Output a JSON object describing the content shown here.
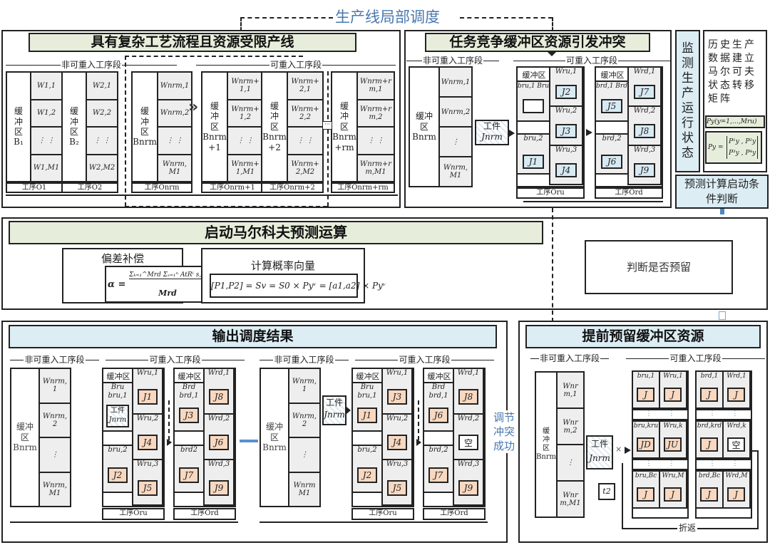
{
  "top_label": "生产线局部调度",
  "panel1": {
    "title": "具有复杂工艺流程且资源受限产线",
    "seg_nonreentrant": "非可重入工序段",
    "seg_reentrant": "可重入工序段",
    "machines": [
      {
        "buffer": [
          "缓",
          "冲",
          "区",
          "B₁"
        ],
        "workstations": [
          "W1,1",
          "W1,2",
          "⋮ ⋮",
          "W1,M1"
        ],
        "op": "工序O1"
      },
      {
        "buffer": [
          "缓",
          "冲",
          "区",
          "B₂"
        ],
        "workstations": [
          "W2,1",
          "W2,2",
          "⋮ ⋮",
          "W2,M2"
        ],
        "op": "工序O2"
      },
      {
        "buffer": [
          "缓",
          "冲",
          "区",
          "Bnrm"
        ],
        "workstations": [
          "Wnrm,1",
          "Wnrm,2",
          "⋮ ⋮",
          "Wnrm,M1"
        ],
        "op": "工序Onrm"
      },
      {
        "buffer": [
          "缓",
          "冲",
          "区",
          "Bnrm",
          "+1"
        ],
        "workstations": [
          "Wnrm+1,1",
          "Wnrm+1,2",
          "⋮ ⋮",
          "Wnrm+1,M1"
        ],
        "op": "工序Onrm+1"
      },
      {
        "buffer": [
          "缓",
          "冲",
          "区",
          "Bnrm",
          "+2"
        ],
        "workstations": [
          "Wnrm+2,1",
          "Wnrm+2,2",
          "⋮ ⋮",
          "Wnrm+2,M2"
        ],
        "op": "工序Onrm+2"
      },
      {
        "buffer": [
          "缓",
          "冲",
          "区",
          "Bnrm",
          "+rm"
        ],
        "workstations": [
          "Wnrm+rm,1",
          "Wnrm+rm,2",
          "⋮ ⋮",
          "Wnrm+rm,M1"
        ],
        "op": "工序Onrm+rm"
      }
    ],
    "ellipsis": "···"
  },
  "panel2": {
    "title": "任务竞争缓冲区资源引发冲突",
    "seg_nonreentrant": "非可重入工序段",
    "seg_reentrant": "可重入工序段",
    "nrm": {
      "buffer": [
        "缓冲",
        "区",
        "Bnrm"
      ],
      "workstations": [
        "Wnrm,1",
        "Wnrm,2",
        "⋮",
        "Wnrm,M1"
      ]
    },
    "workpiece": [
      "工件",
      "Jnrm"
    ],
    "ru": {
      "buffer_title": "缓冲区",
      "b1": "bru,1 Bru",
      "b2": "bru,2",
      "jobs_b": [
        "J1"
      ],
      "workstations": [
        "Wru,1",
        "Wru,2",
        "Wru,3"
      ],
      "jobs_w": [
        "J2",
        "J3",
        "J4"
      ],
      "op": "工序Oru"
    },
    "rd": {
      "buffer_title": "缓冲区",
      "b1": "brd,1 Brd",
      "b2": "brd,2",
      "jobs_b": [
        "J5",
        "J6"
      ],
      "workstations": [
        "Wrd,1",
        "Wrd,2",
        "Wrd,3"
      ],
      "jobs_w": [
        "J7",
        "J8",
        "J9"
      ],
      "op": "工序Ord"
    }
  },
  "monitor": {
    "label": [
      "监",
      "测",
      "生",
      "产",
      "运",
      "行",
      "状",
      "态"
    ],
    "history_text": "历史生产数据建立马尔可夫状态转移矩阵",
    "py_range": "Py(y=1,…,Mru)",
    "py_matrix_lhs": "Py =",
    "py_matrix_row1": "P¹y , P²y",
    "py_matrix_row2": "P³y , P⁴y",
    "trigger": "预测计算启动条件判断"
  },
  "panel3": {
    "title": "启动马尔科夫预测运算",
    "deviation_title": "偏差补偿",
    "deviation_formula_lhs": "α =",
    "deviation_formula_num": "Σₖ₌₁^Mrd Σₛ₌₁ⁿ AtRˡ s,rd,k",
    "deviation_formula_den": "Mrd",
    "prob_title": "计算概率向量",
    "prob_formula": "[P1,P2] = Sv = S0 × Pyᵛ = [a1,a2] × Pyᵛ",
    "decision": "判断是否预留"
  },
  "panel4": {
    "title": "输出调度结果",
    "seg_nonreentrant": "非可重入工序段",
    "seg_reentrant": "可重入工序段",
    "left": {
      "nrm": {
        "buffer": [
          "缓冲",
          "区",
          "Bnrm"
        ],
        "workstations": [
          "Wnrm,1",
          "Wnrm,2",
          "⋮",
          "Wnrm,M1"
        ]
      },
      "ru": {
        "buffer_title": "缓冲区",
        "b1": [
          "Bru",
          "bru,1"
        ],
        "b1_job": [
          "工件",
          "Jnrm"
        ],
        "b2": "bru,2",
        "b2_job": "J2",
        "workstations": [
          "Wru,1",
          "Wru,2",
          "Wru,3"
        ],
        "jobs_w": [
          "J1",
          "J4",
          "J5"
        ],
        "op": "工序Oru"
      },
      "rd": {
        "buffer_title": "缓冲区",
        "b1": [
          "Brd",
          "brd,1"
        ],
        "b1_job": "J3",
        "b2": "brd2",
        "b2_job": "J7",
        "workstations": [
          "Wrd,1",
          "Wrd,2",
          "Wrd,3"
        ],
        "jobs_w": [
          "J8",
          "J6",
          "J9"
        ],
        "op": "工序Ord"
      }
    },
    "right": {
      "nrm": {
        "buffer": [
          "缓冲",
          "区",
          "Bnrm"
        ],
        "workstations": [
          "Wnrm,1",
          "Wnrm,2",
          "⋮",
          "WnrmM1"
        ]
      },
      "workpiece": [
        "工件",
        "Jnrm"
      ],
      "ru": {
        "buffer_title": "缓冲区",
        "b1": [
          "Bru",
          "bru,1"
        ],
        "b1_job": "J1",
        "b2": "bru,2",
        "b2_job": "J2",
        "workstations": [
          "Wru,1",
          "Wru,2",
          "Wru,3"
        ],
        "jobs_w": [
          "J3",
          "J4",
          "J5"
        ],
        "op": "工序Oru"
      },
      "rd": {
        "buffer_title": "缓冲区",
        "b1": [
          "Brd",
          "brd,1"
        ],
        "b1_job": "J6",
        "b2": "brd,2",
        "b2_job": "J7",
        "workstations": [
          "Wrd,1",
          "Wrd,2",
          "Wrd,3"
        ],
        "jobs_w": [
          "J8",
          "空",
          "J9"
        ],
        "op": "工序Ord"
      }
    },
    "adjust_label": [
      "调节",
      "冲突",
      "成功"
    ]
  },
  "panel5": {
    "title": "提前预留缓冲区资源",
    "seg_nonreentrant": "非可重入工序段",
    "seg_reentrant": "可重入工序段",
    "nrm": {
      "buffer": [
        "缓",
        "冲",
        "区",
        "Bnrm"
      ],
      "workstations": [
        "Wnrm,1",
        "Wnrm,2",
        "⋮",
        "Wnrm,M1"
      ]
    },
    "workpiece": [
      "工件",
      "Jnrm"
    ],
    "t2": "t2",
    "cross": "×",
    "ru_rows": [
      {
        "b": "bru,1",
        "w": "Wru,1",
        "jb": "J",
        "jw": "J"
      },
      {
        "b": "bru,kru",
        "w": "Wru,k",
        "jb": "JD",
        "jw": "JU"
      },
      {
        "b": "bru,Bc",
        "w": "Wru,M",
        "jb": "J",
        "jw": "J"
      }
    ],
    "rd_rows": [
      {
        "b": "brd,1",
        "w": "Wrd,1",
        "jb": "J",
        "jw": "J"
      },
      {
        "b": "brd,krd",
        "w": "Wrd,k",
        "jb": "J",
        "jw": "空"
      },
      {
        "b": "brd,Bc",
        "w": "Wrd,M",
        "jb": "J",
        "jw": "J"
      }
    ],
    "fold_back": "折返"
  },
  "colors": {
    "green_header": "#e6eedb",
    "blue_header": "#dcedf4",
    "job_blue": "#d7eaf3",
    "job_orange": "#f8d8c0",
    "accent_blue": "#4a78b0",
    "cell_gray": "#eeeeee"
  }
}
